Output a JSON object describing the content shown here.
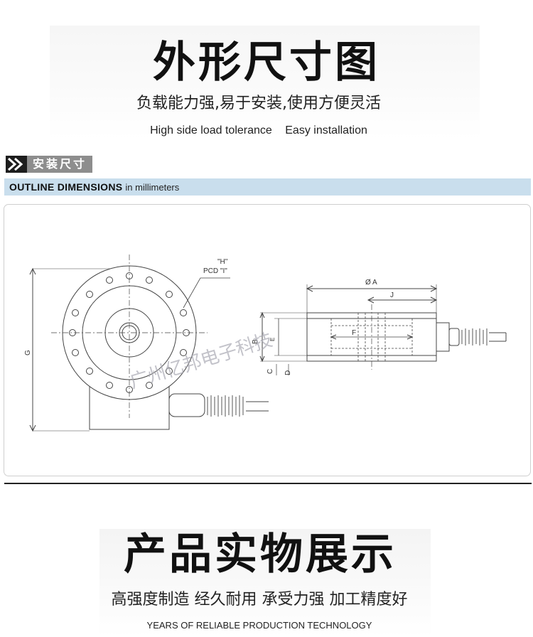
{
  "section1": {
    "title": "外形尺寸图",
    "subtitle": "负载能力强,易于安装,使用方便灵活",
    "english_left": "High side load tolerance",
    "english_right": "Easy installation"
  },
  "section_tag": {
    "label": "安装尺寸"
  },
  "outline_bar": {
    "bold": "OUTLINE DIMENSIONS",
    "light": "in millimeters"
  },
  "drawing": {
    "label_h": "\"H\"",
    "label_pcd": "PCD \"I\"",
    "label_g": "G",
    "label_a": "Ø A",
    "label_j": "J",
    "label_b": "B",
    "label_e": "E",
    "label_f": "F",
    "label_c": "C",
    "label_d": "D",
    "watermark": "广州亿邦电子科技"
  },
  "section2": {
    "title": "产品实物展示",
    "subtitle": "高强度制造 经久耐用 承受力强 加工精度好",
    "english": "YEARS OF RELIABLE PRODUCTION TECHNOLOGY"
  }
}
